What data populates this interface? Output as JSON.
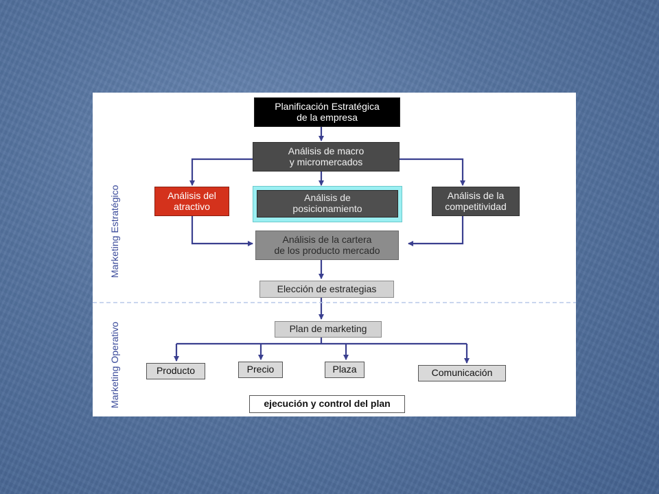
{
  "diagram": {
    "sections": {
      "estrategico": "Marketing Estratégico",
      "operativo": "Marketing Operativo"
    },
    "nodes": {
      "planificacion": "Planificación Estratégica\nde la empresa",
      "macro": "Análisis de macro\ny micromercados",
      "atractivo": "Análisis del\natractivo",
      "posicionamiento": "Análisis de\nposicionamiento",
      "competitividad": "Análisis de la\ncompetitividad",
      "cartera": "Análisis de la cartera\nde los producto mercado",
      "eleccion": "Elección de estrategias",
      "plan": "Plan de marketing",
      "producto": "Producto",
      "precio": "Precio",
      "plaza": "Plaza",
      "comunicacion": "Comunicación",
      "ejecucion": "ejecución y control del plan"
    },
    "colors": {
      "arrow": "#3a3f8f",
      "accent_red": "#d4321c",
      "highlight_cyan": "#9beff2",
      "section_label": "#3a4a9a"
    }
  }
}
